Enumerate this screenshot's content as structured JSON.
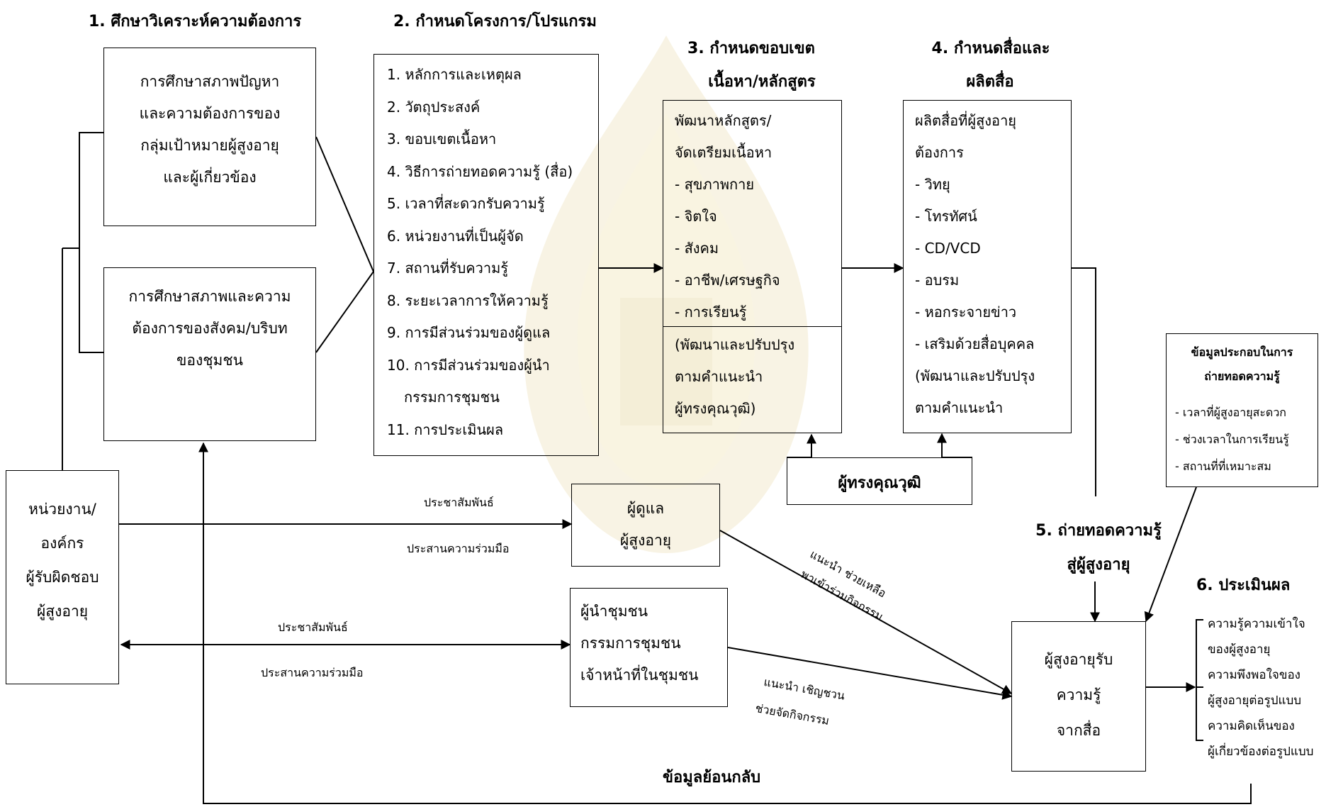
{
  "steps": {
    "s1": "1. ศึกษาวิเคราะห์ความต้องการ",
    "s2": "2. กำหนดโครงการ/โปรแกรม",
    "s3a": "3. กำหนดขอบเขต",
    "s3b": "เนื้อหา/หลักสูตร",
    "s4a": "4. กำหนดสื่อและ",
    "s4b": "ผลิตสื่อ",
    "s5a": "5. ถ่ายทอดความรู้",
    "s5b": "สู่ผู้สูงอายุ",
    "s6": "6. ประเมินผล",
    "feedback": "ข้อมูลย้อนกลับ"
  },
  "box1a": [
    "การศึกษาสภาพปัญหา",
    "และความต้องการของ",
    "กลุ่มเป้าหมายผู้สูงอายุ",
    "และผู้เกี่ยวข้อง"
  ],
  "box1b": [
    "การศึกษาสภาพและความ",
    "ต้องการของสังคม/บริบท",
    "ของชุมชน"
  ],
  "box2": [
    "1. หลักการและเหตุผล",
    "2. วัตถุประสงค์",
    "3. ขอบเขตเนื้อหา",
    "4. วิธีการถ่ายทอดความรู้ (สื่อ)",
    "5. เวลาที่สะดวกรับความรู้",
    "6. หน่วยงานที่เป็นผู้จัด",
    "7. สถานที่รับความรู้",
    "8. ระยะเวลาการให้ความรู้",
    "9. การมีส่วนร่วมของผู้ดูแล",
    "10. การมีส่วนร่วมของผู้นำ",
    "กรรมการชุมชน",
    "11. การประเมินผล"
  ],
  "box3": [
    "พัฒนาหลักสูตร/",
    "จัดเตรียมเนื้อหา",
    "- สุขภาพกาย",
    "- จิตใจ",
    "- สังคม",
    "- อาชีพ/เศรษฐกิจ",
    "- การเรียนรู้"
  ],
  "box3b": [
    "(พัฒนาและปรับปรุง",
    "ตามคำแนะนำ",
    "ผู้ทรงคุณวุฒิ)"
  ],
  "box4": [
    "ผลิตสื่อที่ผู้สูงอายุ",
    "ต้องการ",
    "- วิทยุ",
    "- โทรทัศน์",
    "- CD/VCD",
    "- อบรม",
    "- หอกระจายข่าว",
    "- เสริมด้วยสื่อบุคคล",
    "(พัฒนาและปรับปรุง",
    "ตามคำแนะนำ"
  ],
  "expert": "ผู้ทรงคุณวุฒิ",
  "org": [
    "หน่วยงาน/",
    "องค์กร",
    "ผู้รับผิดชอบ",
    "ผู้สูงอายุ"
  ],
  "caregiver": [
    "ผู้ดูแล",
    "ผู้สูงอายุ"
  ],
  "leader": [
    "ผู้นำชุมชน",
    "กรรมการชุมชน",
    "เจ้าหน้าที่ในชุมชน"
  ],
  "elder": [
    "ผู้สูงอายุรับ",
    "ความรู้",
    "จากสื่อ"
  ],
  "supp": {
    "title1": "ข้อมูลประกอบในการ",
    "title2": "ถ่ายทอดความรู้",
    "items": [
      "- เวลาที่ผู้สูงอายุสะดวก",
      "- ช่วงเวลาในการเรียนรู้",
      "- สถานที่ที่เหมาะสม"
    ]
  },
  "eval": [
    "ความรู้ความเข้าใจ",
    "ของผู้สูงอายุ",
    "ความพึงพอใจของ",
    "ผู้สูงอายุต่อรูปแบบ",
    "ความคิดเห็นของ",
    "ผู้เกี่ยวข้องต่อรูปแบบ"
  ],
  "labels": {
    "pr1": "ประชาสัมพันธ์",
    "co1": "ประสานความร่วมมือ",
    "pr2": "ประชาสัมพันธ์",
    "co2": "ประสานความร่วมมือ",
    "care1": "แนะนำ ช่วยเหลือ",
    "care2": "พาเข้าร่วมกิจกรรม",
    "lead1": "แนะนำ เชิญชวน",
    "lead2": "ช่วยจัดกิจกรรม"
  },
  "colors": {
    "line": "#000000",
    "watermark": "#c9a227"
  }
}
